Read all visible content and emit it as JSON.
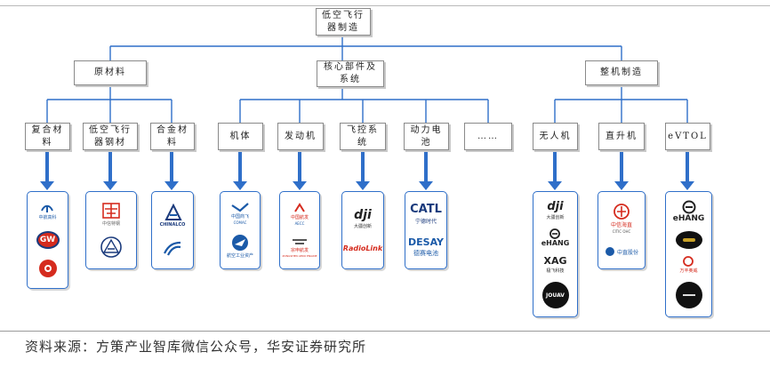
{
  "root": {
    "label": "低空飞行器制造"
  },
  "level1": [
    {
      "id": "materials",
      "label": "原材料"
    },
    {
      "id": "core",
      "label": "核心部件及系统"
    },
    {
      "id": "assembly",
      "label": "整机制造"
    }
  ],
  "level2": [
    {
      "label": "复合材料"
    },
    {
      "label": "低空飞行器钢材"
    },
    {
      "label": "合金材料"
    },
    {
      "label": "机体"
    },
    {
      "label": "发动机"
    },
    {
      "label": "飞控系统"
    },
    {
      "label": "动力电池"
    },
    {
      "label": "……"
    },
    {
      "label": "无人机"
    },
    {
      "label": "直升机"
    },
    {
      "label": "eVTOL"
    }
  ],
  "logos": {
    "composite": [
      "中航高科",
      "GW"
    ],
    "steel": [
      "中信特钢"
    ],
    "alloy": [
      "CHINALCO"
    ],
    "airframe": [
      "中国商飞",
      "COMAC",
      "航空工业资产"
    ],
    "engine": [
      "中国航发",
      "AECC",
      "宗申航发",
      "ZONGSHEN AERO ENGINE"
    ],
    "flight_control": [
      "dji",
      "大疆创新",
      "RadioLink"
    ],
    "battery": [
      "CATL",
      "宁德时代",
      "DESAY",
      "德赛电池"
    ],
    "drone": [
      "dji",
      "大疆创新",
      "eHANG",
      "XAG",
      "极飞科技",
      "JOUAV"
    ],
    "helicopter": [
      "中信海直",
      "CITIC OHC",
      "中直股份"
    ],
    "evtol": [
      "eHANG",
      "万丰奥威"
    ]
  },
  "colors": {
    "line": "#2f6fc9",
    "logo_blue": "#1b5aa8",
    "red": "#d52b1e",
    "navy": "#1a3a7c"
  },
  "footer": {
    "source": "资料来源：方策产业智库微信公众号，华安证券研究所"
  }
}
